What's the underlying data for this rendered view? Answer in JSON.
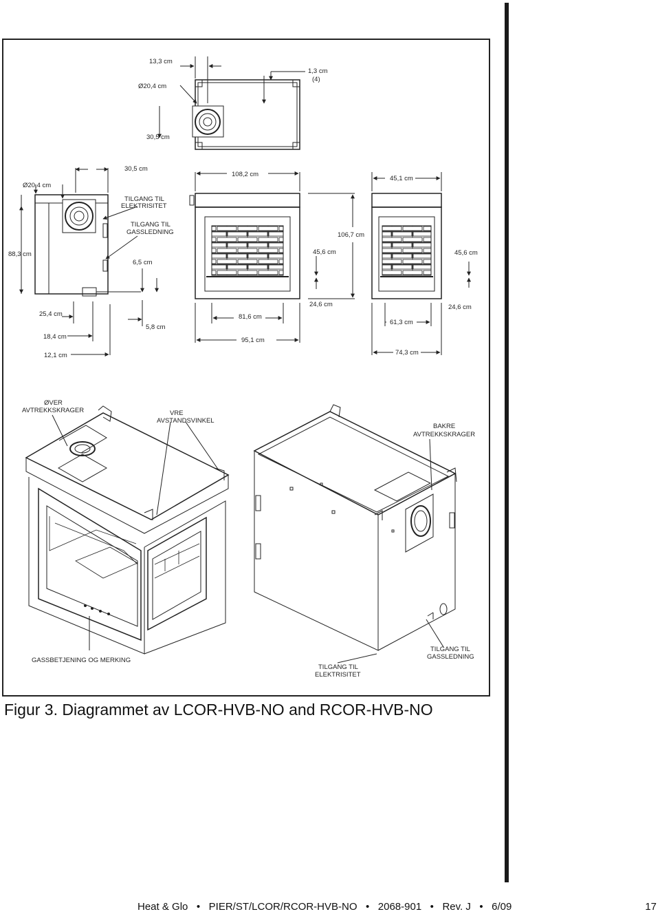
{
  "figure": {
    "top_view": {
      "d1": "13,3 cm",
      "d2": "Ø20,4 cm",
      "d3_line1": "1,3 cm",
      "d3_line2": "(4)",
      "d4": "30,5 cm"
    },
    "side_view": {
      "d_diam": "Ø20,4 cm",
      "d_top": "30,5 cm",
      "elec_line1": "TILGANG TIL",
      "elec_line2": "ELEKTRISITET",
      "gas_line1": "TILGANG TIL",
      "gas_line2": "GASSLEDNING",
      "height": "88,3 cm",
      "d_65": "6,5 cm",
      "d_254": "25,4 cm",
      "d_184": "18,4 cm",
      "d_121": "12,1 cm",
      "d_58": "5,8 cm"
    },
    "front_view": {
      "width": "108,2 cm",
      "height": "106,7 cm",
      "opening_h": "45,6 cm",
      "base_h": "24,6 cm",
      "opening_w": "81,6 cm",
      "outer_w": "95,1 cm"
    },
    "end_view": {
      "width": "45,1 cm",
      "opening_h": "45,6 cm",
      "base_h": "24,6 cm",
      "opening_w": "61,3 cm",
      "outer_w": "74,3 cm"
    },
    "iso_labels": {
      "top_collar_line1": "ØVER",
      "top_collar_line2": "AVTREKKSKRAGER",
      "standoff_line1": "VRE",
      "standoff_line2": "AVSTANDSVINKEL",
      "rear_collar_line1": "BAKRE",
      "rear_collar_line2": "AVTREKKSKRAGER",
      "gas_control": "GASSBETJENING OG MERKING",
      "gas_access_line1": "TILGANG TIL",
      "gas_access_line2": "GASSLEDNING",
      "elec_access_line1": "TILGANG TIL",
      "elec_access_line2": "ELEKTRISITET"
    }
  },
  "caption": "Figur 3.  Diagrammet av LCOR-HVB-NO and RCOR-HVB-NO",
  "footer": {
    "brand": "Heat & Glo",
    "doc": "PIER/ST/LCOR/RCOR-HVB-NO",
    "part": "2068-901",
    "rev": "Rev. J",
    "date": "6/09",
    "page": "17"
  }
}
